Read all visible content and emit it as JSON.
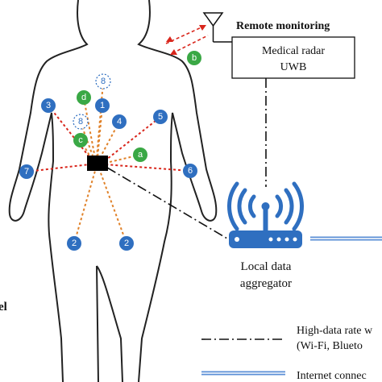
{
  "remote": {
    "title": "Remote monitoring",
    "radar_line1": "Medical radar",
    "radar_line2": "UWB"
  },
  "aggregator": {
    "line1": "Local data",
    "line2": "aggregator"
  },
  "legend": {
    "high_rate_line1": "High-data rate w",
    "high_rate_line2": "(Wi-Fi, Blueto",
    "internet": "Internet connec"
  },
  "left_edge_fragment": "el",
  "nodes": {
    "n1": "1",
    "n2a": "2",
    "n2b": "2",
    "n3": "3",
    "n4": "4",
    "n5": "5",
    "n6": "6",
    "n7": "7",
    "n8a": "8",
    "n8b": "8",
    "na": "a",
    "nb": "b",
    "nc": "c",
    "nd": "d"
  },
  "colors": {
    "sensor_blue": "#2f6fc0",
    "implant_green": "#3aa845",
    "red_link": "#d9261c",
    "orange_link": "#e0822a",
    "router_blue": "#2f6fc0",
    "internet_line": "#5b8fd6"
  }
}
